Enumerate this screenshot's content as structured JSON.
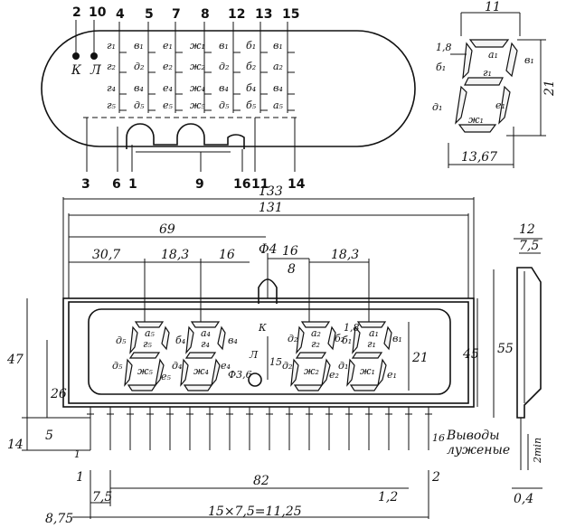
{
  "top_view": {
    "pins_top": [
      "2",
      "10",
      "4",
      "5",
      "7",
      "8",
      "12",
      "13",
      "15"
    ],
    "pins_bottom": [
      "3",
      "6",
      "1",
      "9",
      "16",
      "11",
      "14"
    ],
    "cathode": "К",
    "grid": "Л",
    "segment_labels": [
      "г₁",
      "г₂",
      "г₄",
      "г₅",
      "в₁",
      "д₂",
      "в₄",
      "д₅",
      "е₁",
      "е₂",
      "е₄",
      "е₅",
      "ж₁",
      "ж₂",
      "ж₄",
      "ж₅",
      "в₁",
      "д₂",
      "в₄",
      "д₅",
      "б₁",
      "б₂",
      "б₄",
      "б₅",
      "в₁",
      "а₂",
      "в₄",
      "а₅"
    ]
  },
  "digit_detail": {
    "width": "11",
    "height": "21",
    "bottom_width": "13,67",
    "seg_thickness": "1,8",
    "labels": [
      "а₁",
      "б₁",
      "в₁",
      "г₁",
      "д₁",
      "е₁",
      "ж₁"
    ]
  },
  "front_view": {
    "dims": {
      "total": "133",
      "inner": "131",
      "d69": "69",
      "d30": "30,7",
      "d18a": "18,3",
      "d16a": "16",
      "d16b": "16",
      "d18b": "18,3",
      "phi4": "Ф4",
      "d8": "8",
      "h47": "47",
      "h26": "26",
      "h14": "14",
      "h5": "5",
      "h45": "45",
      "h55": "55",
      "h15": "15",
      "h21": "21",
      "phi36": "Ф3,6",
      "seg18": "1,8",
      "d82": "82",
      "d75": "7,5",
      "d875": "8,75",
      "d12": "1,2",
      "pitch": "15×7,5=11,25",
      "pin1": "1",
      "pin2": "2",
      "pin16": "16",
      "pin_one": "1",
      "k_label": "К",
      "l_label": "Л"
    },
    "leads_note_1": "Выводы",
    "leads_note_2": "луженые",
    "digit_labels": {
      "d5": "д₅",
      "a5": "а₅",
      "g5": "г₅",
      "b4": "б₄",
      "a4": "а₄",
      "g4": "г₄",
      "v4": "в₄",
      "d2": "д₂",
      "a2": "а₂",
      "g2": "г₂",
      "b2": "б₂",
      "a1": "а₁",
      "g1": "г₁",
      "v1": "в₁",
      "b1": "б₁",
      "zh5": "ж₅",
      "zh4": "ж₄",
      "zh2": "ж₂",
      "zh1": "ж₁",
      "e5": "е₅",
      "e4": "е₄",
      "e2": "е₂",
      "e1": "е₁",
      "d5b": "д₅",
      "d4b": "д₄",
      "d2b": "д₂",
      "d1b": "д₁"
    }
  },
  "side_view": {
    "d12": "12",
    "d75": "7,5",
    "d04": "0,4",
    "d2min": "2min"
  }
}
